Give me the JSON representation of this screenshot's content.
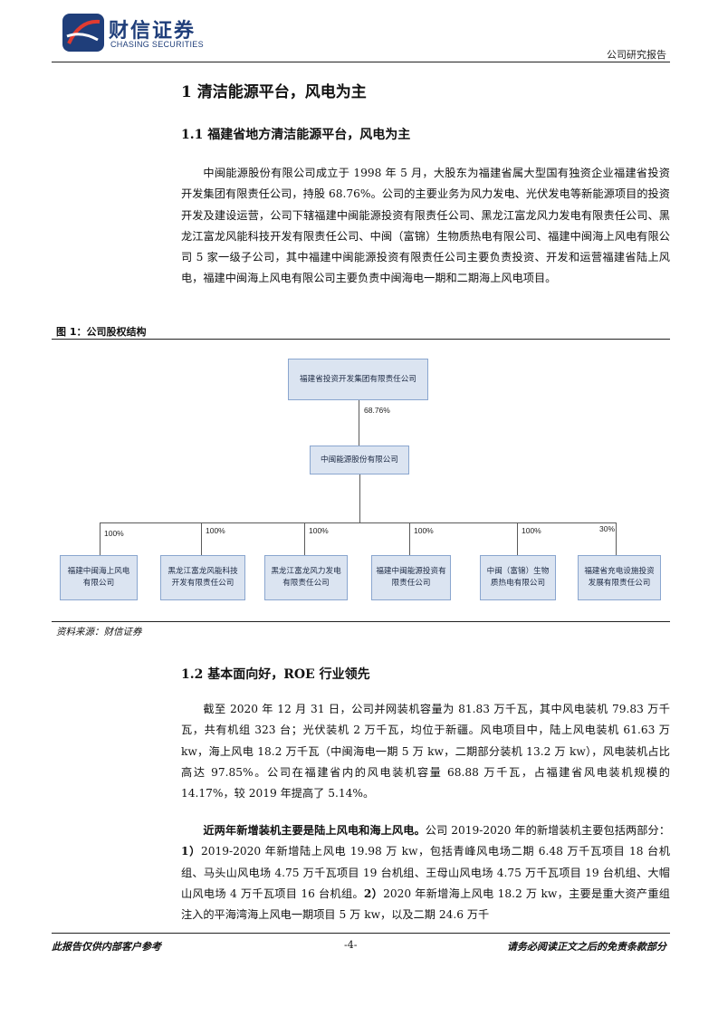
{
  "header": {
    "logo_cn": "财信证券",
    "logo_en": "CHASING SECURITIES",
    "report_type": "公司研究报告"
  },
  "section1": {
    "title": "1 清洁能源平台，风电为主"
  },
  "section1_1": {
    "title": "1.1 福建省地方清洁能源平台，风电为主",
    "paragraph": "中闽能源股份有限公司成立于 1998 年 5 月，大股东为福建省属大型国有独资企业福建省投资开发集团有限责任公司，持股 68.76%。公司的主要业务为风力发电、光伏发电等新能源项目的投资开发及建设运营，公司下辖福建中闽能源投资有限责任公司、黑龙江富龙风力发电有限责任公司、黑龙江富龙风能科技开发有限责任公司、中闽（富锦）生物质热电有限公司、福建中闽海上风电有限公司 5 家一级子公司，其中福建中闽能源投资有限责任公司主要负责投资、开发和运营福建省陆上风电，福建中闽海上风电有限公司主要负责中闽海电一期和二期海上风电项目。"
  },
  "figure1": {
    "caption": "图 1：公司股权结构",
    "top_box": "福建省投资开发集团有限责任公司",
    "top_pct": "68.76%",
    "mid_box": "中闽能源股份有限公司",
    "children": [
      {
        "name": "福建中闽海上风电有限公司",
        "pct": "100%"
      },
      {
        "name": "黑龙江富龙风能科技开发有限责任公司",
        "pct": "100%"
      },
      {
        "name": "黑龙江富龙风力发电有限责任公司",
        "pct": "100%"
      },
      {
        "name": "福建中闽能源投资有限责任公司",
        "pct": "100%"
      },
      {
        "name": "中闽（富锦）生物质热电有限公司",
        "pct": "100%"
      },
      {
        "name": "福建省充电设施投资发展有限责任公司",
        "pct": "30%"
      }
    ],
    "source": "资料来源：财信证券"
  },
  "section1_2": {
    "title": "1.2 基本面向好，ROE 行业领先",
    "paragraph1": "截至 2020 年 12 月 31 日，公司并网装机容量为 81.83 万千瓦，其中风电装机 79.83 万千瓦，共有机组 323 台；光伏装机 2 万千瓦，均位于新疆。风电项目中，陆上风电装机 61.63 万 kw，海上风电 18.2 万千瓦（中闽海电一期 5 万 kw，二期部分装机 13.2 万 kw），风电装机占比高达 97.85%。公司在福建省内的风电装机容量 68.88 万千瓦，占福建省风电装机规模的 14.17%，较 2019 年提高了 5.14%。",
    "paragraph2_bold": "近两年新增装机主要是陆上风电和海上风电。",
    "paragraph2_a": "公司 2019-2020 年的新增装机主要包括两部分：",
    "paragraph2_b1": "1）",
    "paragraph2_c": "2019-2020 年新增陆上风电 19.98 万 kw，包括青峰风电场二期 6.48 万千瓦项目 18 台机组、马头山风电场 4.75 万千瓦项目 19 台机组、王母山风电场 4.75 万千瓦项目 19 台机组、大帽山风电场 4 万千瓦项目 16 台机组。",
    "paragraph2_b2": "2）",
    "paragraph2_d": "2020 年新增海上风电 18.2 万 kw，主要是重大资产重组注入的平海湾海上风电一期项目 5 万 kw，以及二期 24.6 万千"
  },
  "footer": {
    "left": "此报告仅供内部客户参考",
    "page": "-4-",
    "right": "请务必阅读正文之后的免责条款部分"
  }
}
